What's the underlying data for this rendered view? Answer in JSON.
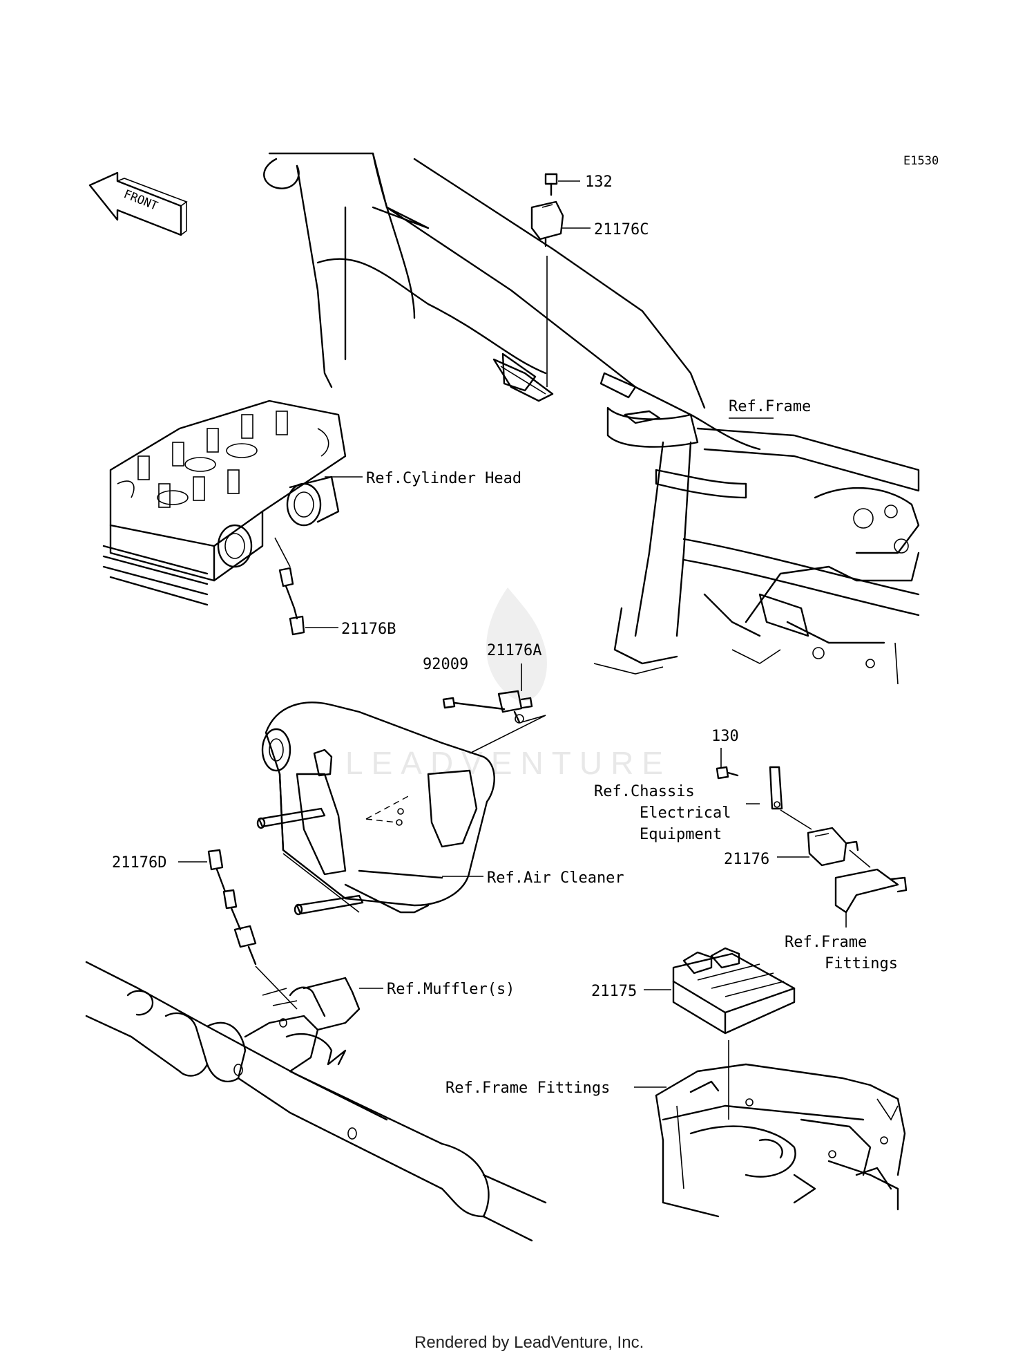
{
  "diagram_code": "E1530",
  "front_label": "FRONT",
  "watermark": "LEADVENTURE",
  "footer": "Rendered by LeadVenture, Inc.",
  "callouts": {
    "p132": "132",
    "p21176C": "21176C",
    "ref_frame": "Ref.Frame",
    "ref_cylinder_head": "Ref.Cylinder Head",
    "p21176B": "21176B",
    "p92009": "92009",
    "p21176A": "21176A",
    "p130": "130",
    "ref_chassis_1": "Ref.Chassis",
    "ref_chassis_2": "Electrical",
    "ref_chassis_3": "Equipment",
    "p21176": "21176",
    "p21176D": "21176D",
    "ref_air_cleaner": "Ref.Air Cleaner",
    "ref_frame_fittings_1": "Ref.Frame",
    "ref_frame_fittings_2": "Fittings",
    "ref_mufflers": "Ref.Muffler(s)",
    "p21175": "21175",
    "ref_frame_fittings_bottom": "Ref.Frame Fittings"
  }
}
